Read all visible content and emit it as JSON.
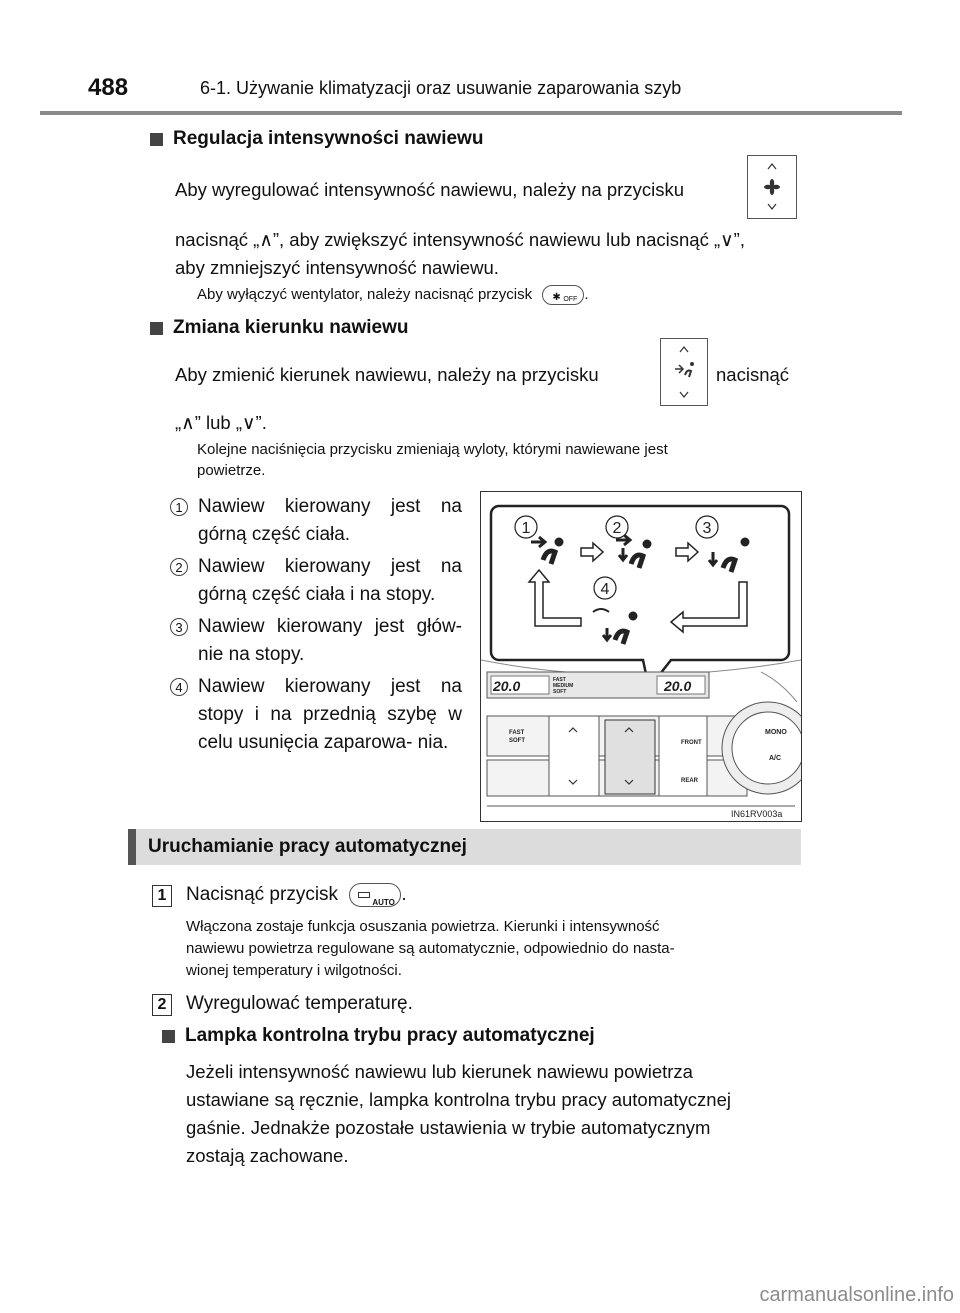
{
  "header": {
    "page_number": "488",
    "running_title": "6-1. Używanie klimatyzacji oraz usuwanie zaparowania szyb"
  },
  "sec1": {
    "title": "Regulacja intensywności nawiewu",
    "line1": "Aby wyregulować intensywność nawiewu, należy na przycisku",
    "line2": "nacisnąć „∧”, aby zwiększyć intensywność nawiewu lub nacisnąć „∨”,",
    "line3": "aby zmniejszyć intensywność nawiewu.",
    "note_a": "Aby wyłączyć wentylator, należy nacisnąć przycisk",
    "note_b": ".",
    "off_label": "OFF"
  },
  "sec2": {
    "title": "Zmiana kierunku nawiewu",
    "line1a": "Aby zmienić kierunek nawiewu, należy na przycisku",
    "line1b": "nacisnąć",
    "line2": "„∧” lub „∨”.",
    "note1": "Kolejne naciśnięcia przycisku zmieniają wyloty, którymi nawiewane jest",
    "note2": "powietrze."
  },
  "items": [
    {
      "num": "1",
      "text": "Nawiew kierowany jest na górną część ciała."
    },
    {
      "num": "2",
      "text": "Nawiew kierowany jest na górną część ciała i na stopy."
    },
    {
      "num": "3",
      "text": "Nawiew kierowany jest głów- nie na stopy."
    },
    {
      "num": "4",
      "text": "Nawiew kierowany jest na stopy i na przednią szybę w celu usunięcia zaparowa- nia."
    }
  ],
  "figure": {
    "display_left": "20.0",
    "display_right": "20.0",
    "fast_label": "FAST",
    "medium_label": "MEDIUM",
    "soft_label": "SOFT",
    "fast_soft_btn": [
      "FAST",
      "SOFT"
    ],
    "front_label": "FRONT",
    "rear_label": "REAR",
    "mono_label": "MONO",
    "ac_label": "A/C",
    "code": "IN61RV003a",
    "callouts": [
      "1",
      "2",
      "3",
      "4"
    ]
  },
  "auto_section": {
    "title": "Uruchamianie pracy automatycznej",
    "step1_num": "1",
    "step1_a": "Nacisnąć przycisk",
    "step1_b": ".",
    "auto_label": "AUTO",
    "step1_note1": "Włączona zostaje funkcja osuszania powietrza. Kierunki i intensywność",
    "step1_note2": "nawiewu powietrza regulowane są automatycznie, odpowiednio do nasta-",
    "step1_note3": "wionej temperatury i wilgotności.",
    "step2_num": "2",
    "step2_text": "Wyregulować temperaturę.",
    "sub_title": "Lampka kontrolna trybu pracy automatycznej",
    "para1": "Jeżeli intensywność nawiewu lub kierunek nawiewu powietrza",
    "para2": "ustawiane są ręcznie, lampka kontrolna trybu pracy automatycznej",
    "para3": "gaśnie. Jednakże pozostałe ustawienia w trybie automatycznym",
    "para4": "zostają zachowane."
  },
  "watermark": "carmanualsonline.info"
}
